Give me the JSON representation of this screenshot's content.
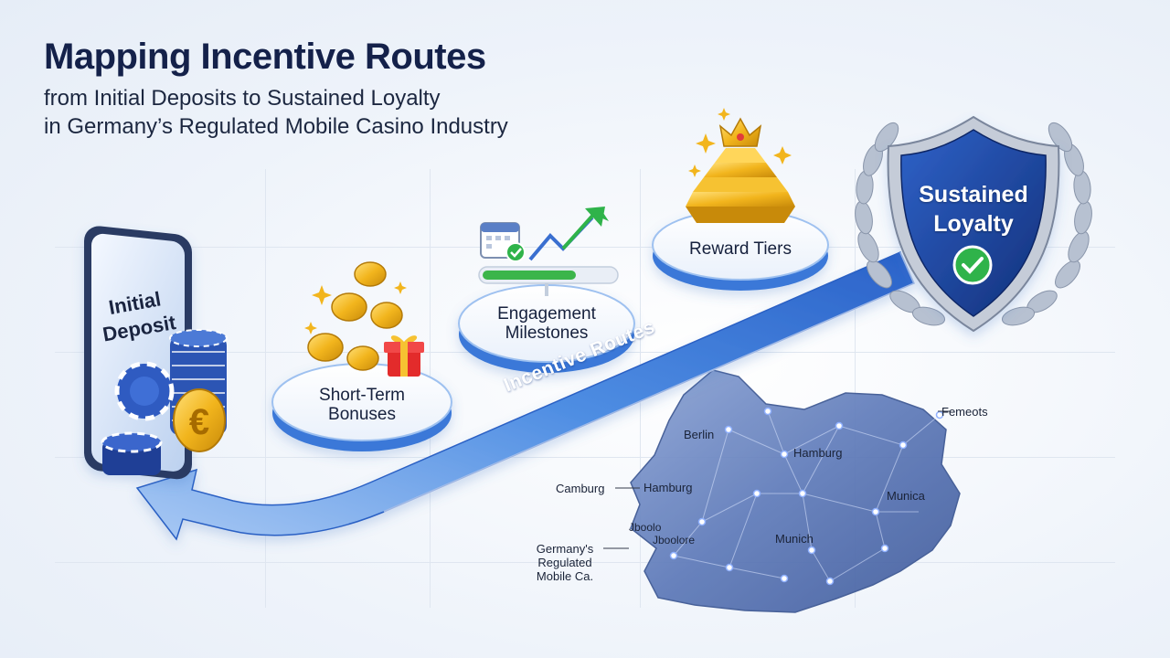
{
  "header": {
    "title": "Mapping Incentive Routes",
    "subtitle_line1": "from Initial Deposits to Sustained Loyalty",
    "subtitle_line2": "in Germany’s Regulated Mobile Casino Industry"
  },
  "stages": {
    "initial_deposit": {
      "line1": "Initial",
      "line2": "Deposit"
    },
    "short_term": {
      "line1": "Short-Term",
      "line2": "Bonuses"
    },
    "engagement": {
      "line1": "Engagement",
      "line2": "Milestones"
    },
    "reward": {
      "label": "Reward Tiers"
    },
    "loyalty": {
      "line1": "Sustained",
      "line2": "Loyalty"
    }
  },
  "route": {
    "label": "Incentive Routes"
  },
  "map": {
    "labels": {
      "berlin": "Berlin",
      "hamburg_inner": "Hamburg",
      "hamburg_left": "Hamburg",
      "camburg": "Camburg",
      "fernots": "Femeots",
      "munica": "Munica",
      "munich": "Munich",
      "garbled_1": "Jboolo",
      "garbled_2": "Jboolore"
    },
    "caption": {
      "line1": "Germany's",
      "line2": "Regulated",
      "line3": "Mobile Ca."
    }
  },
  "icons": {
    "phone": "smartphone-icon",
    "chips": "casino-chips-icon",
    "euro": "euro-coin-icon",
    "coins": "gold-coins-icon",
    "gift": "gift-box-icon",
    "calendar": "calendar-check-icon",
    "trend": "trend-up-arrow-icon",
    "progress": "progress-bar-icon",
    "crown": "crown-icon",
    "pyramid": "gold-pyramid-icon",
    "shield": "shield-icon",
    "laurel": "laurel-wreath-icon",
    "check": "check-badge-icon"
  },
  "colors": {
    "title": "#14214a",
    "route_blue": "#3a78d8",
    "shield_blue": "#1d3f95",
    "gold": "#f2b51d",
    "check_green": "#2fb34a",
    "map_blue": "#5d79b8"
  }
}
